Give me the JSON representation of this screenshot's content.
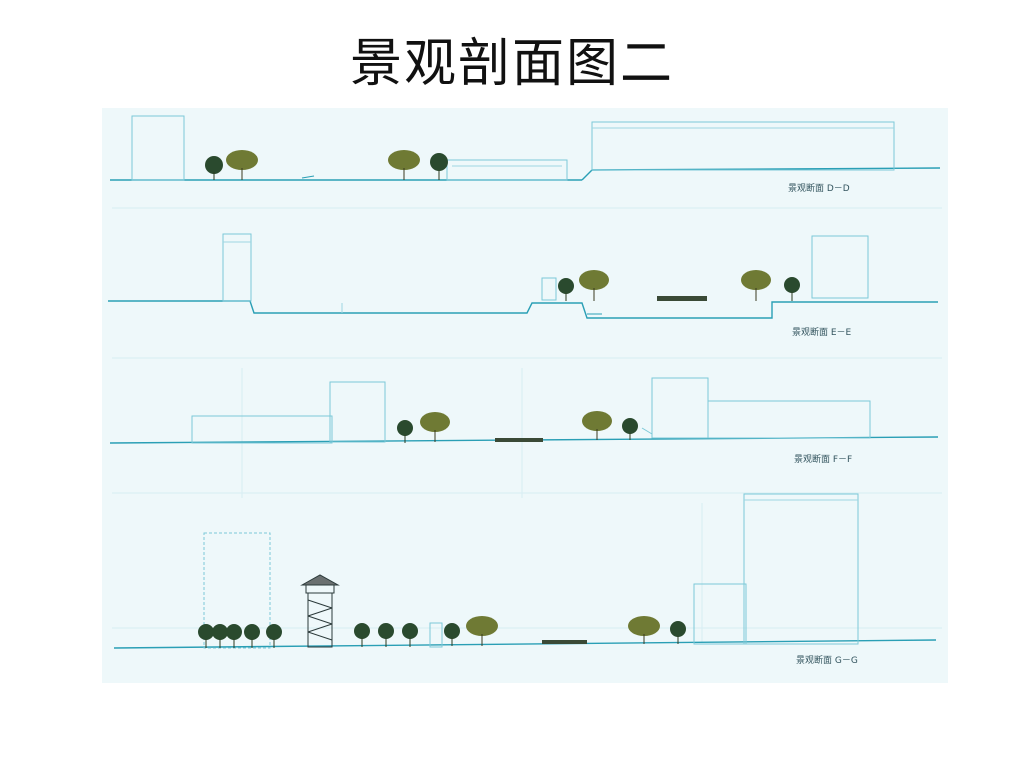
{
  "slide": {
    "title": "景观剖面图二"
  },
  "colors": {
    "background": "#ffffff",
    "drawing_bg": "#eef8fa",
    "ground": "#2a9fb5",
    "outline": "#7cc9d8",
    "tree_dark": "#2a4a2e",
    "tree_light": "#6f7a34"
  },
  "sections": [
    {
      "label": "景观断面 D－D"
    },
    {
      "label": "景观断面 E－E"
    },
    {
      "label": "景观断面 F－F"
    },
    {
      "label": "景观断面 G－G"
    }
  ]
}
